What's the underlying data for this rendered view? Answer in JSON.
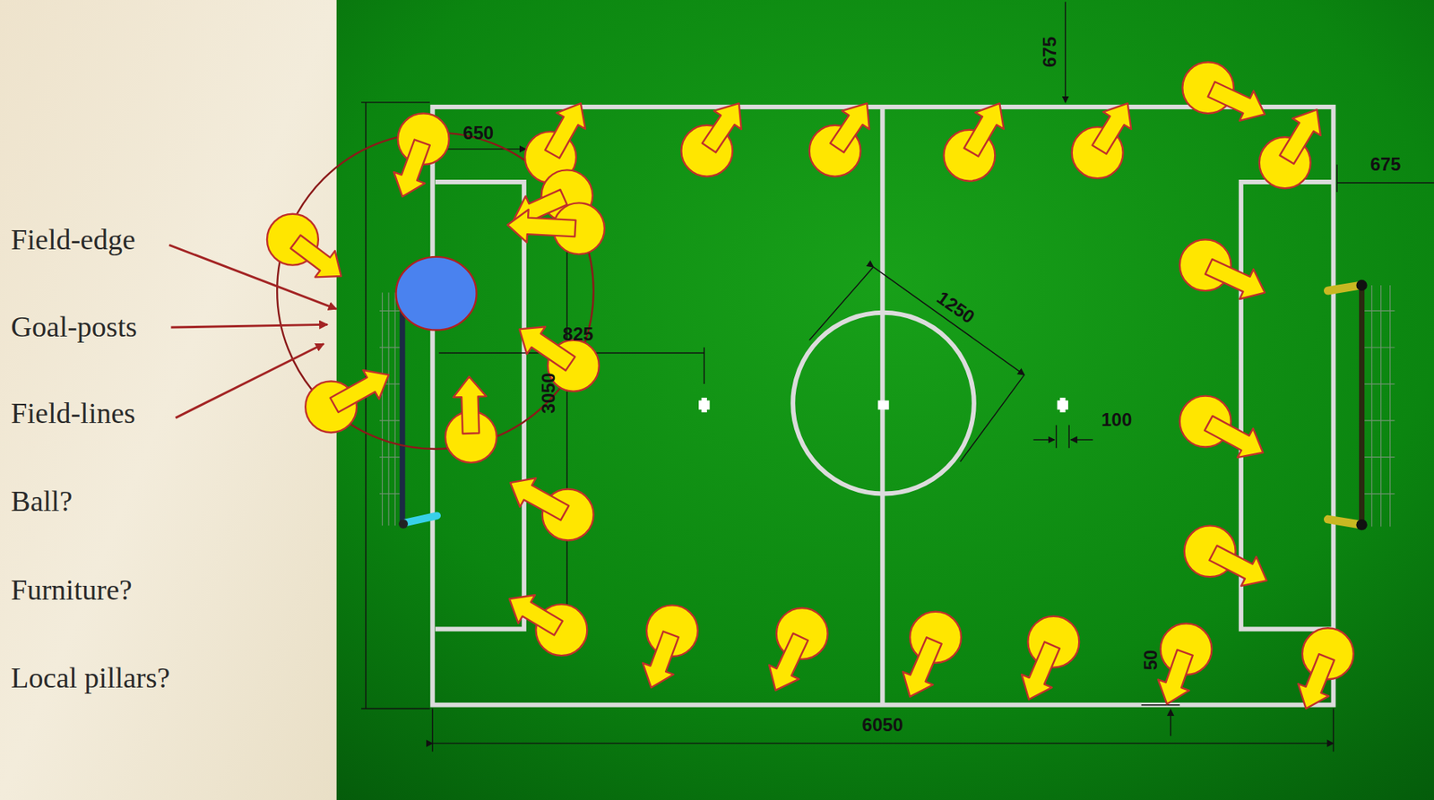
{
  "diagram": {
    "labels": [
      "Field-edge",
      "Goal-posts",
      "Field-lines",
      "Ball?",
      "Furniture?",
      "Local pillars?",
      "675",
      "650",
      "675",
      "1250",
      "825",
      "3050",
      "100",
      "50",
      "6050"
    ]
  }
}
